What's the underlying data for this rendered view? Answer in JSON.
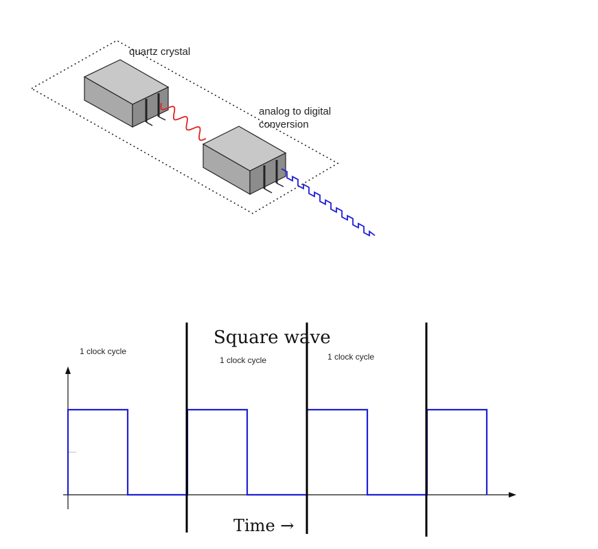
{
  "crystal_diagram": {
    "quartz_label": "quartz crystal",
    "adc_label_line1": "analog to digital",
    "adc_label_line2": "conversion"
  },
  "square_wave": {
    "title": "Square wave",
    "x_axis_label": "Time →",
    "cycle_labels": [
      "1 clock cycle",
      "1 clock cycle",
      "1 clock cycle"
    ],
    "wave_color": "#1f1fd6",
    "analog_color": "#e02020",
    "digital_color": "#1f1fd6"
  }
}
